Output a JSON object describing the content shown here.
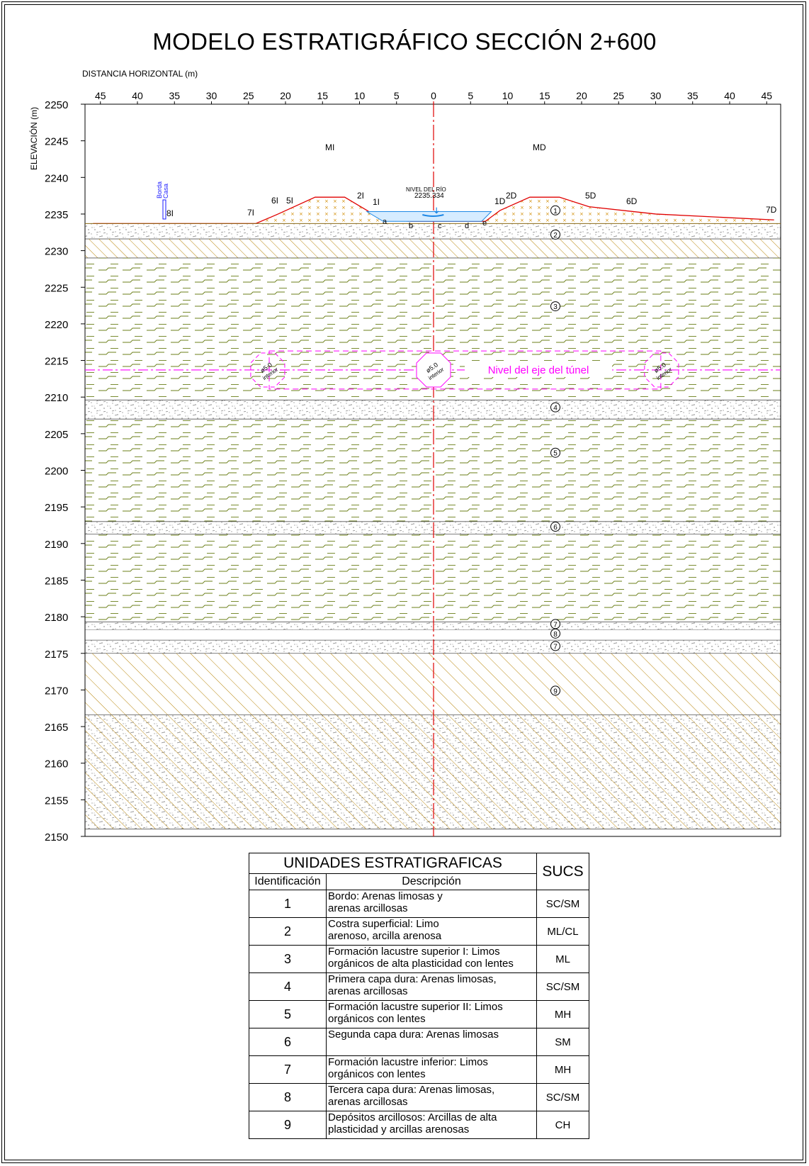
{
  "title": "MODELO ESTRATIGRÁFICO  SECCIÓN 2+600",
  "axes": {
    "x_label": "DISTANCIA HORIZONTAL (m)",
    "y_label": "ELEVACIÓN (m)",
    "x_ticks": [
      "45",
      "40",
      "35",
      "30",
      "25",
      "20",
      "15",
      "10",
      "5",
      "0",
      "5",
      "10",
      "15",
      "20",
      "25",
      "30",
      "35",
      "40",
      "45"
    ],
    "y_ticks": [
      "2250",
      "2245",
      "2240",
      "2235",
      "2230",
      "2225",
      "2220",
      "2215",
      "2210",
      "2205",
      "2200",
      "2195",
      "2190",
      "2185",
      "2180",
      "2175",
      "2170",
      "2165",
      "2160",
      "2155",
      "2150"
    ]
  },
  "section_labels": {
    "left_margin": "MI",
    "right_margin": "MD",
    "river_level_title": "NIVEL DEL RÍO",
    "river_level_value": "2235.334",
    "tunnel_axis": "Nivel del eje del túnel",
    "tunnel_size": "ø5.0",
    "tunnel_size_note": "interior",
    "house_label_1": "Borda",
    "house_label_2": "Casa"
  },
  "points": {
    "left": [
      "1I",
      "2I",
      "5I",
      "6I",
      "7I",
      "8I"
    ],
    "right": [
      "1D",
      "2D",
      "5D",
      "6D",
      "7D"
    ],
    "bed": [
      "a",
      "b",
      "c",
      "d",
      "e"
    ]
  },
  "layer_markers": [
    "1",
    "2",
    "3",
    "4",
    "5",
    "6",
    "7",
    "8",
    "7",
    "9"
  ],
  "table": {
    "title": "UNIDADES ESTRATIGRAFICAS",
    "col_id": "Identificación",
    "col_desc": "Descripción",
    "col_sucs": "SUCS",
    "rows": [
      {
        "id": "1",
        "desc_1": "Bordo: Arenas limosas y",
        "desc_2": "arenas arcillosas",
        "sucs": "SC/SM"
      },
      {
        "id": "2",
        "desc_1": "Costra superficial: Limo",
        "desc_2": "arenoso, arcilla arenosa",
        "sucs": "ML/CL"
      },
      {
        "id": "3",
        "desc_1": "Formación lacustre superior I: Limos",
        "desc_2": "orgánicos de alta plasticidad con lentes",
        "sucs": "ML"
      },
      {
        "id": "4",
        "desc_1": "Primera capa dura: Arenas limosas,",
        "desc_2": "arenas arcillosas",
        "sucs": "SC/SM"
      },
      {
        "id": "5",
        "desc_1": "Formación lacustre superior II: Limos",
        "desc_2": "orgánicos con lentes",
        "sucs": "MH"
      },
      {
        "id": "6",
        "desc_1": "Segunda capa dura: Arenas limosas",
        "desc_2": "",
        "sucs": "SM"
      },
      {
        "id": "7",
        "desc_1": "Formación lacustre inferior: Limos",
        "desc_2": "orgánicos con lentes",
        "sucs": "MH"
      },
      {
        "id": "8",
        "desc_1": "Tercera capa dura: Arenas limosas,",
        "desc_2": "arenas arcillosas",
        "sucs": "SC/SM"
      },
      {
        "id": "9",
        "desc_1": "Depósitos arcillosos: Arcillas de alta",
        "desc_2": "plasticidad y arcillas arenosas",
        "sucs": "CH"
      }
    ]
  },
  "colors": {
    "hatch": "#b8860b",
    "lacustre": "#6b7f1a",
    "water": "#1e88e5",
    "axis_center": "#e00000",
    "tunnel": "#ff00ff",
    "embankment_line": "#e00000",
    "house": "#1a1aff"
  }
}
